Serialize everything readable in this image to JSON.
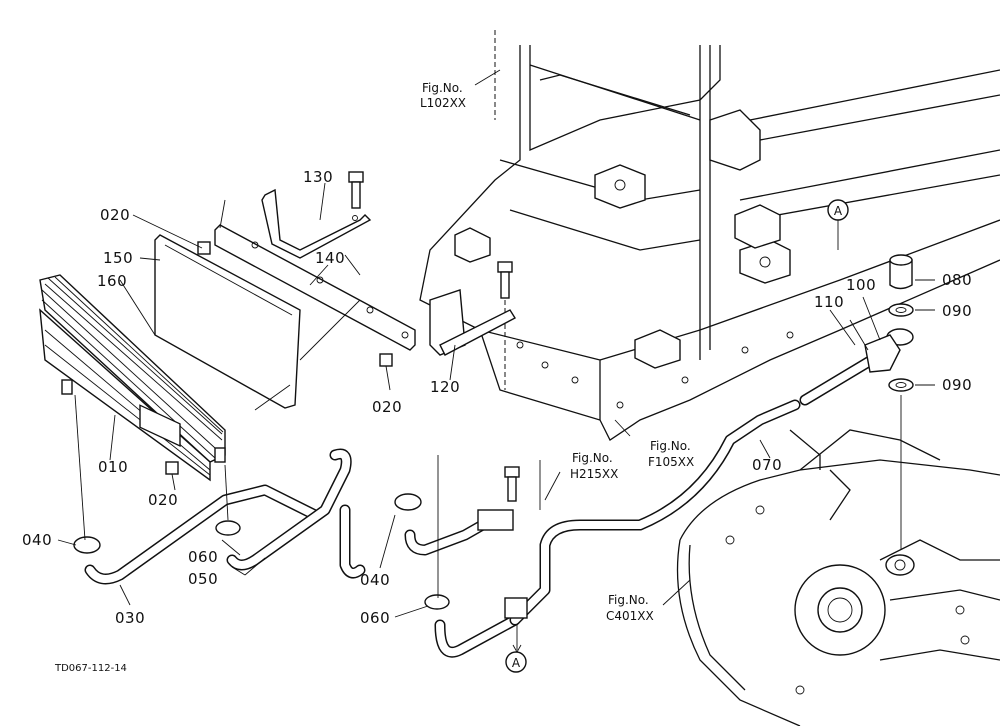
{
  "drawing_code": "TD067-112-14",
  "part_labels": [
    {
      "id": "p020a",
      "text": "020"
    },
    {
      "id": "p130",
      "text": "130"
    },
    {
      "id": "p150",
      "text": "150"
    },
    {
      "id": "p140",
      "text": "140"
    },
    {
      "id": "p160",
      "text": "160"
    },
    {
      "id": "p120",
      "text": "120"
    },
    {
      "id": "p020b",
      "text": "020"
    },
    {
      "id": "p010",
      "text": "010"
    },
    {
      "id": "p020c",
      "text": "020"
    },
    {
      "id": "p040a",
      "text": "040"
    },
    {
      "id": "p060a",
      "text": "060"
    },
    {
      "id": "p050",
      "text": "050"
    },
    {
      "id": "p030",
      "text": "030"
    },
    {
      "id": "p040b",
      "text": "040"
    },
    {
      "id": "p060b",
      "text": "060"
    },
    {
      "id": "p070",
      "text": "070"
    },
    {
      "id": "p080",
      "text": "080"
    },
    {
      "id": "p090a",
      "text": "090"
    },
    {
      "id": "p100",
      "text": "100"
    },
    {
      "id": "p110",
      "text": "110"
    },
    {
      "id": "p090b",
      "text": "090"
    }
  ],
  "fig_refs": [
    {
      "id": "l102",
      "line1": "Fig.No.",
      "line2": "L102XX"
    },
    {
      "id": "h215",
      "line1": "Fig.No.",
      "line2": "H215XX"
    },
    {
      "id": "f105",
      "line1": "Fig.No.",
      "line2": "F105XX"
    },
    {
      "id": "c401",
      "line1": "Fig.No.",
      "line2": "C401XX"
    }
  ],
  "view_markers": [
    {
      "id": "a1",
      "text": "A"
    },
    {
      "id": "a2",
      "text": "A"
    }
  ]
}
